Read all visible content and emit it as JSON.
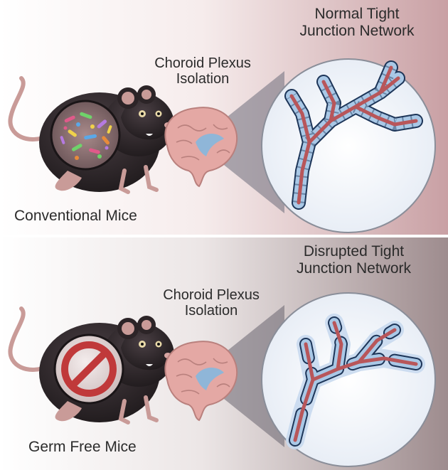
{
  "top_panel": {
    "mouse_label": "Conventional Mice",
    "isolation_label_line1": "Choroid Plexus",
    "isolation_label_line2": "Isolation",
    "network_label_line1": "Normal Tight",
    "network_label_line2": "Junction Network"
  },
  "bottom_panel": {
    "mouse_label": "Germ Free Mice",
    "isolation_label_line1": "Choroid Plexus",
    "isolation_label_line2": "Isolation",
    "network_label_line1": "Disrupted Tight",
    "network_label_line2": "Junction Network"
  },
  "colors": {
    "top_gradient_start": "#ffffff",
    "top_gradient_end": "#c9a0a4",
    "bottom_gradient_start": "#ffffff",
    "bottom_gradient_end": "#9e8c8e",
    "mouse_body": "#2c2427",
    "mouse_pink": "#c99b98",
    "brain": "#e4a8a4",
    "ventricle": "#8fb6d8",
    "vessel": "#b8565a",
    "cell_fill": "#a9c8e6",
    "cell_stroke": "#1d3558",
    "prohibit_red": "#c0393a"
  },
  "icons": [
    "mouse-icon",
    "microbiome-icon",
    "no-symbol-icon",
    "brain-icon",
    "tight-junction-network-icon"
  ]
}
